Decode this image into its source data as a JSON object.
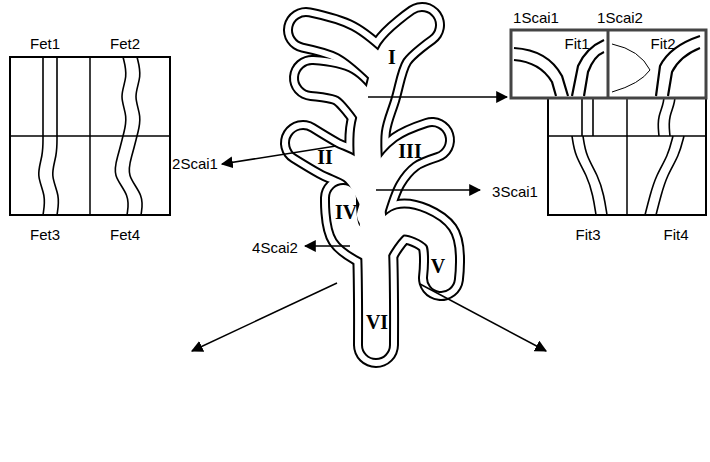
{
  "diagram": {
    "labels": [
      "I",
      "II",
      "III",
      "IV",
      "V",
      "VI",
      "1Scai1",
      "1Scai2",
      "2Scai1",
      "3Scai1",
      "4Scai2",
      "Fet1",
      "Fet2",
      "Fet3",
      "Fet4",
      "Fit1",
      "Fit2",
      "Fit3",
      "Fit4"
    ]
  }
}
